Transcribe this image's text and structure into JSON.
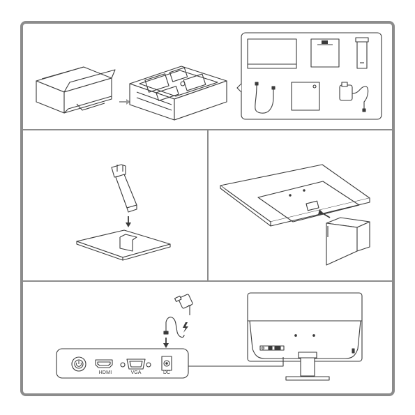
{
  "ports": {
    "power": "",
    "hdmi": "HDMI",
    "vga": "VGA",
    "dc": "DC"
  },
  "colors": {
    "frame": "#8c8c8c",
    "line": "#3a3a3a",
    "arrow_gray": "#9a9a9a",
    "background": "#ffffff"
  },
  "icons": [
    "power-icon",
    "arrow-down-icon",
    "arrow-right-icon",
    "arrow-upleft-icon",
    "lightning-icon"
  ]
}
